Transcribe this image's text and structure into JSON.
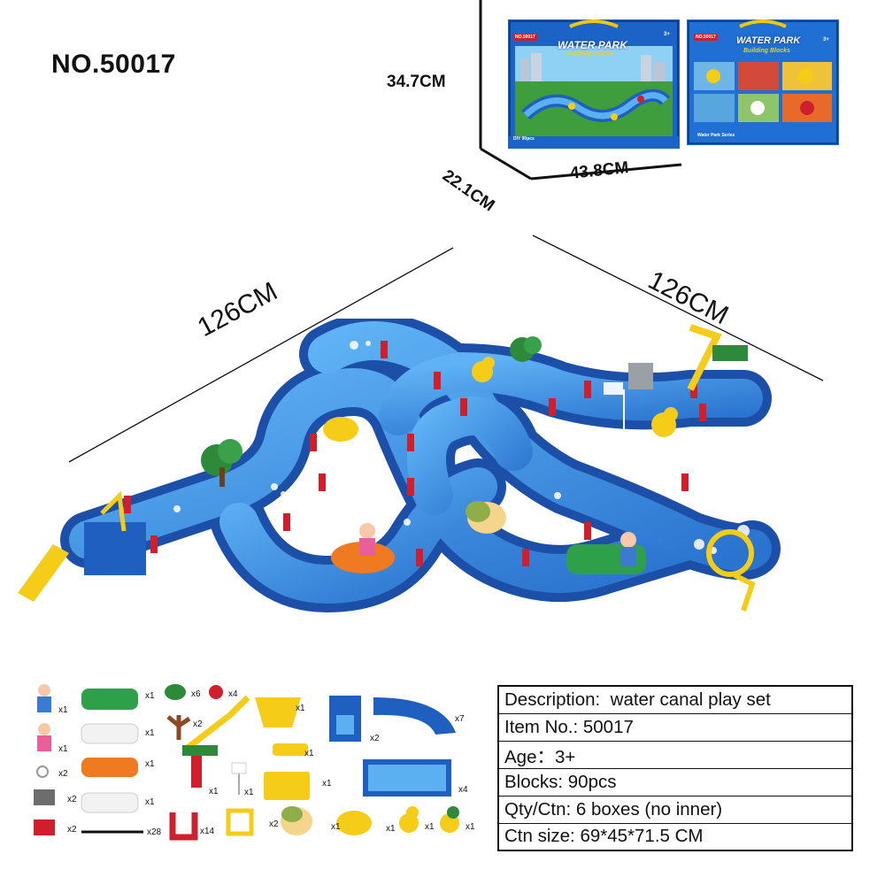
{
  "title": "NO.50017",
  "box": {
    "height_label": "34.7CM",
    "depth_label": "22.1CM",
    "width_label": "43.8CM",
    "front_title": "WATER PARK",
    "front_subtitle": "Building Blocks",
    "front_badge": "NO.50017",
    "front_footer": "DIY 90pcs",
    "back_title": "WATER PARK",
    "back_subtitle": "Building Blocks",
    "back_footer": "Water Park Series",
    "age_badge": "3+"
  },
  "track": {
    "left_label": "126CM",
    "right_label": "126CM"
  },
  "parts": [
    {
      "name": "boy figure",
      "qty": "x1"
    },
    {
      "name": "girl figure",
      "qty": "x1"
    },
    {
      "name": "ring",
      "qty": "x2"
    },
    {
      "name": "grey block",
      "qty": "x2"
    },
    {
      "name": "red block",
      "qty": "x2"
    },
    {
      "name": "green boat",
      "qty": "x1"
    },
    {
      "name": "white boat",
      "qty": "x1"
    },
    {
      "name": "orange boat",
      "qty": "x1"
    },
    {
      "name": "white boat 2",
      "qty": "x1"
    },
    {
      "name": "rod",
      "qty": "x28"
    },
    {
      "name": "green bush",
      "qty": "x6"
    },
    {
      "name": "red button",
      "qty": "x4"
    },
    {
      "name": "tree trunk",
      "qty": "x2"
    },
    {
      "name": "crane",
      "qty": "x1"
    },
    {
      "name": "flag",
      "qty": "x1"
    },
    {
      "name": "red clip",
      "qty": "x14"
    },
    {
      "name": "yellow wheel",
      "qty": "x2"
    },
    {
      "name": "yellow basket",
      "qty": "x1"
    },
    {
      "name": "yellow tray",
      "qty": "x1"
    },
    {
      "name": "yellow slide",
      "qty": "x1"
    },
    {
      "name": "lock block",
      "qty": "x2"
    },
    {
      "name": "curve track",
      "qty": "x7"
    },
    {
      "name": "straight track",
      "qty": "x4"
    },
    {
      "name": "turtle",
      "qty": "x1"
    },
    {
      "name": "yellow fish",
      "qty": "x1"
    },
    {
      "name": "duck",
      "qty": "x1"
    },
    {
      "name": "green duck",
      "qty": "x1"
    }
  ],
  "specs": [
    {
      "label": "Description:",
      "value": "water canal play set"
    },
    {
      "label": "Item No.:",
      "value": "50017"
    },
    {
      "label": "Age：",
      "value": "3+"
    },
    {
      "label": "Blocks:",
      "value": "90pcs"
    },
    {
      "label": "Qty/Ctn:",
      "value": "6 boxes (no inner)"
    },
    {
      "label": "Ctn size:",
      "value": "69*45*71.5 CM"
    }
  ],
  "colors": {
    "track_blue": "#1f5fc0",
    "water_blue": "#3d8ee6",
    "clip_red": "#d01f2c",
    "accent_yellow": "#f5cc18",
    "tree_green": "#2c8a3a",
    "box_blue": "#1f6fd4"
  }
}
